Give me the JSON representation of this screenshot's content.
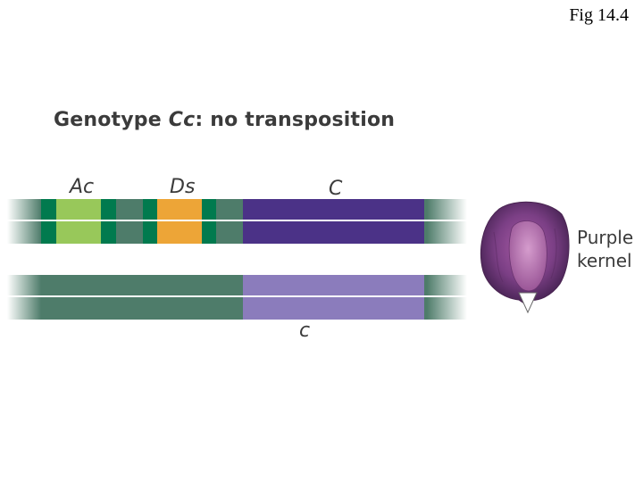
{
  "figure_label": "Fig 14.4",
  "title": {
    "prefix": "Genotype ",
    "genotype": "Cc",
    "suffix": ": no transposition"
  },
  "labels": {
    "ac": "Ac",
    "ds": "Ds",
    "C": "C",
    "c": "c"
  },
  "kernel": {
    "caption_line1": "Purple",
    "caption_line2": "kernel"
  },
  "colors": {
    "chromosome": "#4e7c6a",
    "ac_flank": "#017a4e",
    "ac_element": "#98c85a",
    "ds_element": "#eda537",
    "C_allele": "#4b3287",
    "c_allele": "#8b7cbc",
    "kernel": "#7b3f85"
  }
}
